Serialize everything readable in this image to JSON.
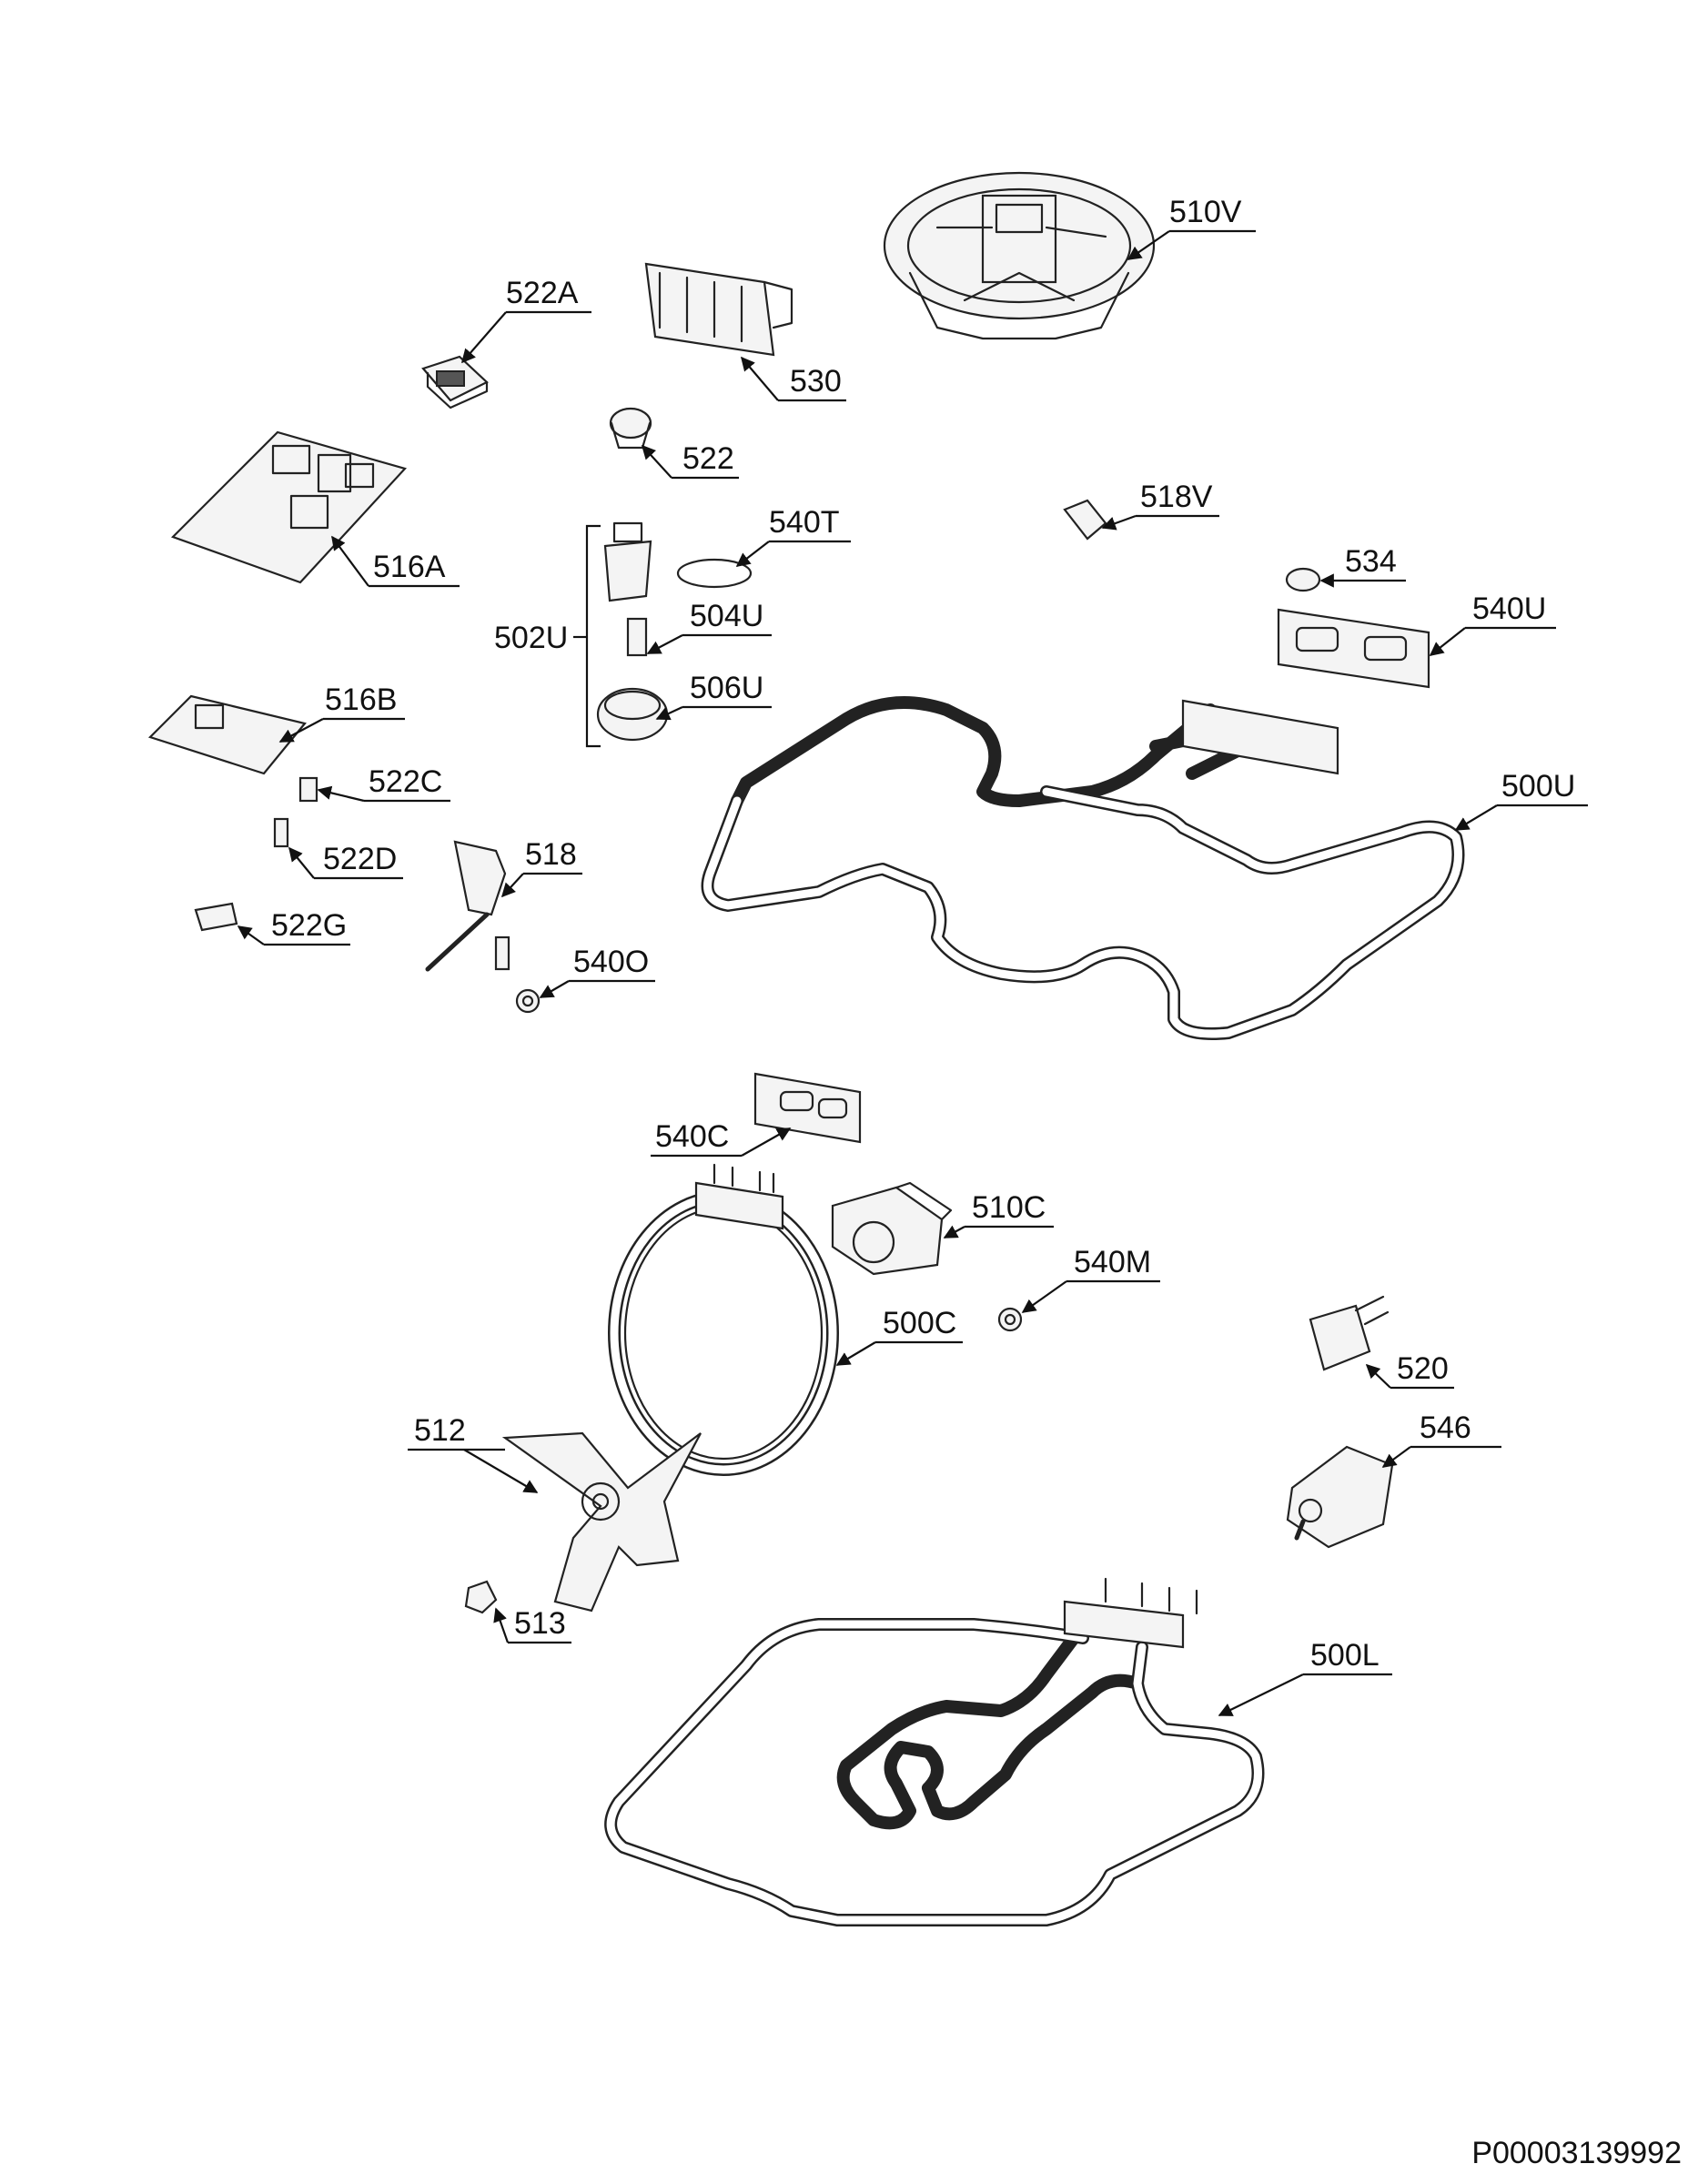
{
  "labels": {
    "l510V": "510V",
    "l522A": "522A",
    "l530": "530",
    "l522": "522",
    "l518V": "518V",
    "l516A": "516A",
    "l540T": "540T",
    "l534": "534",
    "l502U": "502U",
    "l504U": "504U",
    "l540U": "540U",
    "l506U": "506U",
    "l516B": "516B",
    "l522C": "522C",
    "l500U": "500U",
    "l522D": "522D",
    "l518": "518",
    "l522G": "522G",
    "l540O": "540O",
    "l540C": "540C",
    "l510C": "510C",
    "l540M": "540M",
    "l500C": "500C",
    "l520": "520",
    "l512": "512",
    "l546": "546",
    "l513": "513",
    "l500L": "500L"
  },
  "document_id": "P00003139992"
}
